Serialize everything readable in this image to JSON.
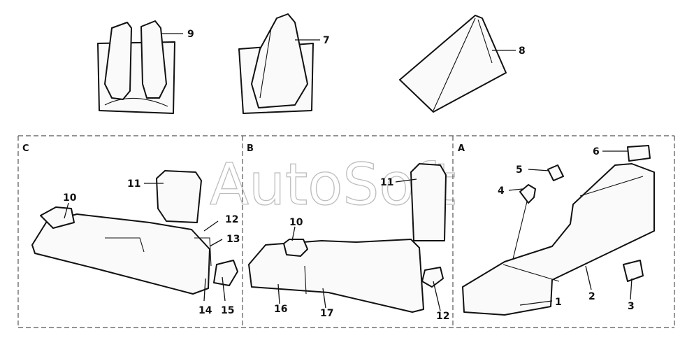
{
  "watermark": "AutoSoft",
  "sections": {
    "a": "A",
    "b": "B",
    "c": "C"
  },
  "callouts": {
    "c1": "1",
    "c2": "2",
    "c3": "3",
    "c4": "4",
    "c5": "5",
    "c6": "6",
    "c7": "7",
    "c8": "8",
    "c9": "9",
    "c10_left": "10",
    "c10_mid": "10",
    "c11_left": "11",
    "c11_mid": "11",
    "c12_left": "12",
    "c12_mid": "12",
    "c13": "13",
    "c14": "14",
    "c15": "15",
    "c16": "16",
    "c17": "17"
  }
}
